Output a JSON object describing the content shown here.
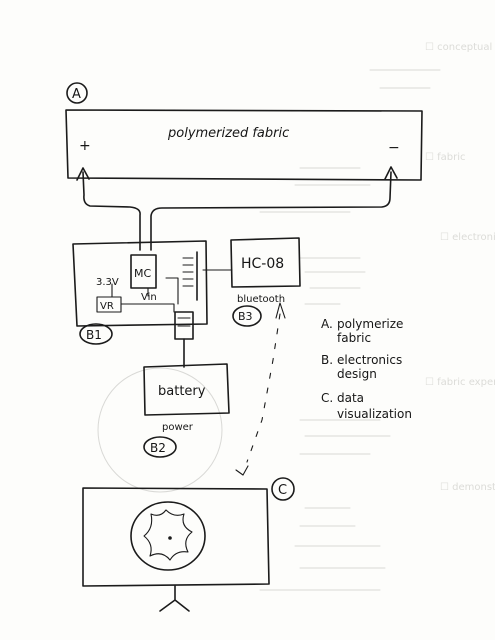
{
  "labels": {
    "section_a": "A",
    "fabric": "polymerized fabric",
    "plus": "+",
    "minus": "−",
    "voltage": "3.3V",
    "mc": "MC",
    "vr": "VR",
    "vin": "Vin",
    "section_b1": "B1",
    "hc08": "HC-08",
    "bluetooth": "bluetooth",
    "section_b3": "B3",
    "battery": "battery",
    "power": "power",
    "section_b2": "B2",
    "section_c": "C"
  },
  "legend": [
    {
      "letter": "A.",
      "lines": [
        "polymerize",
        "fabric"
      ]
    },
    {
      "letter": "B.",
      "lines": [
        "electronics",
        "design"
      ]
    },
    {
      "letter": "C.",
      "lines": [
        "data",
        "visualization"
      ]
    }
  ],
  "background_notes": [
    "☐ conceptual design",
    "☐ fabric",
    "☐ electronics design",
    "☐ fabric experiments",
    "☐ demonstration"
  ],
  "colors": {
    "ink": "#1b1b1b",
    "paper": "#fdfdfb",
    "bleed_through": "#d9d9d6"
  }
}
